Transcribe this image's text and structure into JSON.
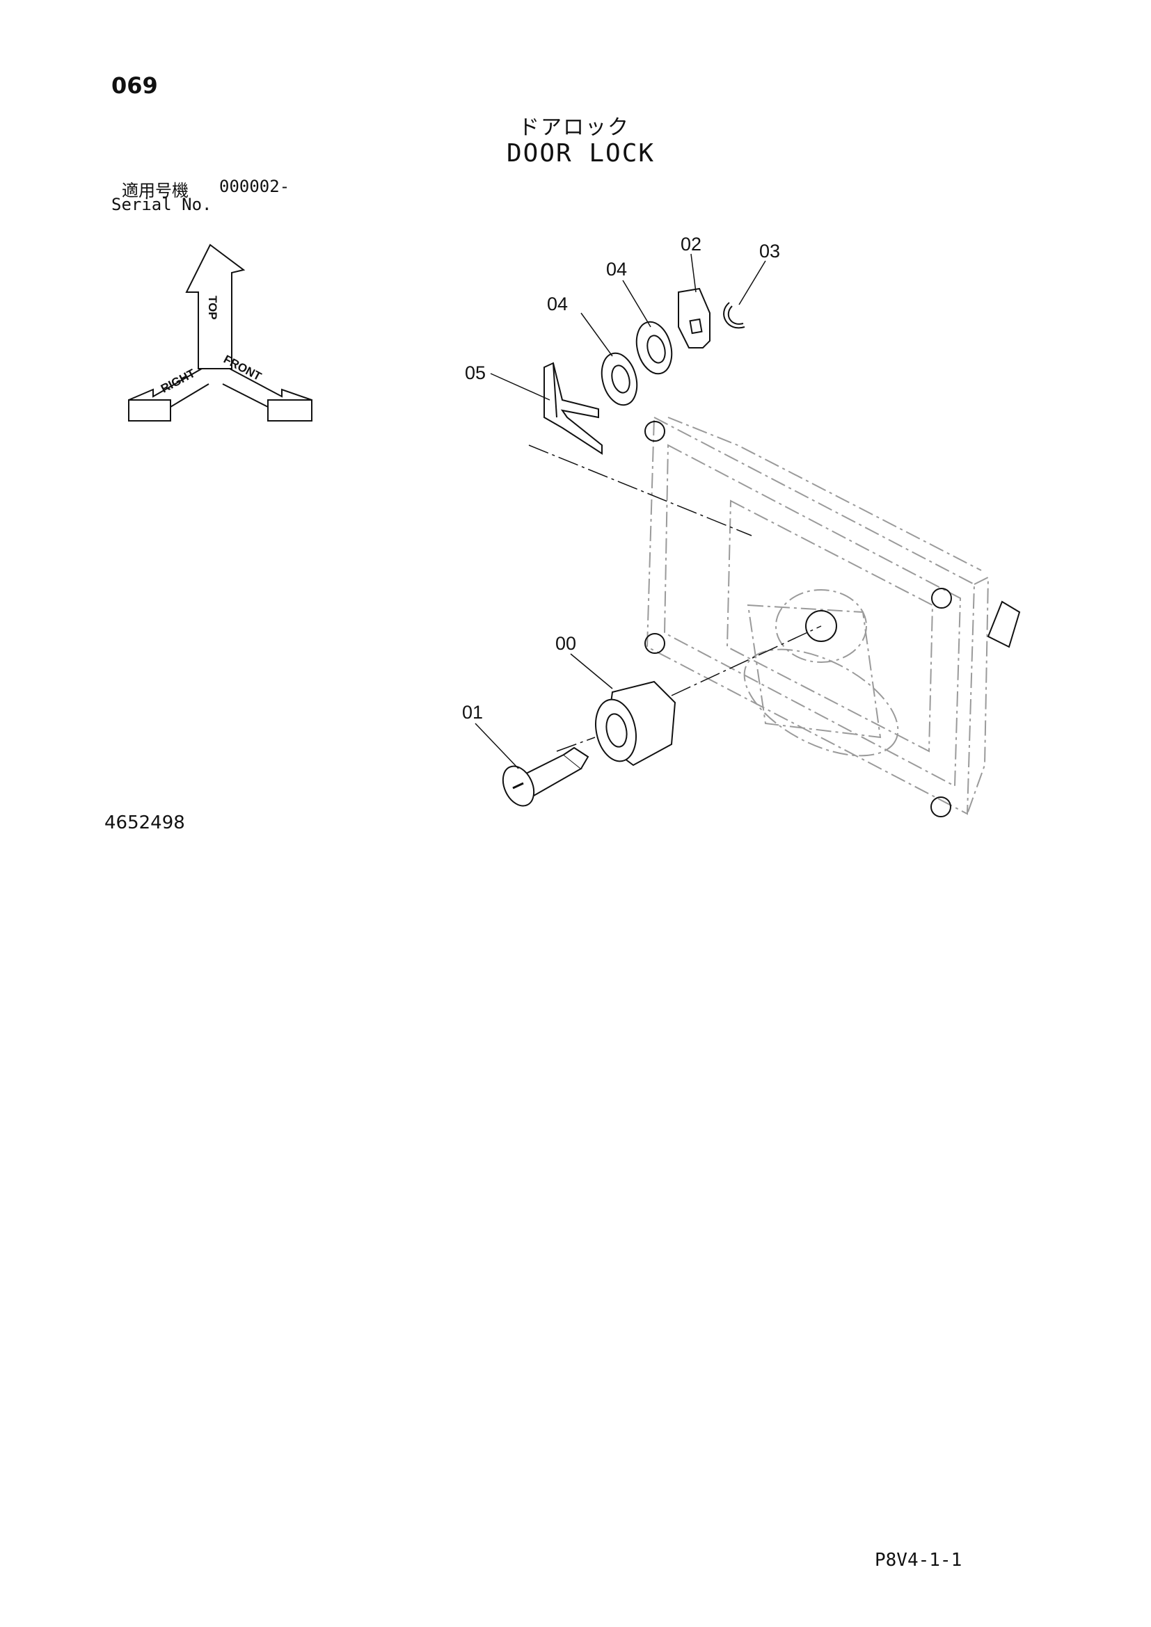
{
  "page": {
    "number": "069",
    "title_jp": "ドアロック",
    "title_en": "DOOR LOCK",
    "serial_label_jp": "適用号機",
    "serial_range": "000002-",
    "serial_label_en": "Serial No.",
    "drawing_number": "4652498",
    "page_code": "P8V4-1-1"
  },
  "orientation": {
    "top": "TOP",
    "right": "RIGHT",
    "front": "FRONT"
  },
  "parts": [
    {
      "ref": "00"
    },
    {
      "ref": "01"
    },
    {
      "ref": "02"
    },
    {
      "ref": "03"
    },
    {
      "ref": "04"
    },
    {
      "ref": "04"
    },
    {
      "ref": "05"
    }
  ],
  "colors": {
    "line": "#111111",
    "ghost_line": "#9a9a9a",
    "background": "#ffffff"
  }
}
